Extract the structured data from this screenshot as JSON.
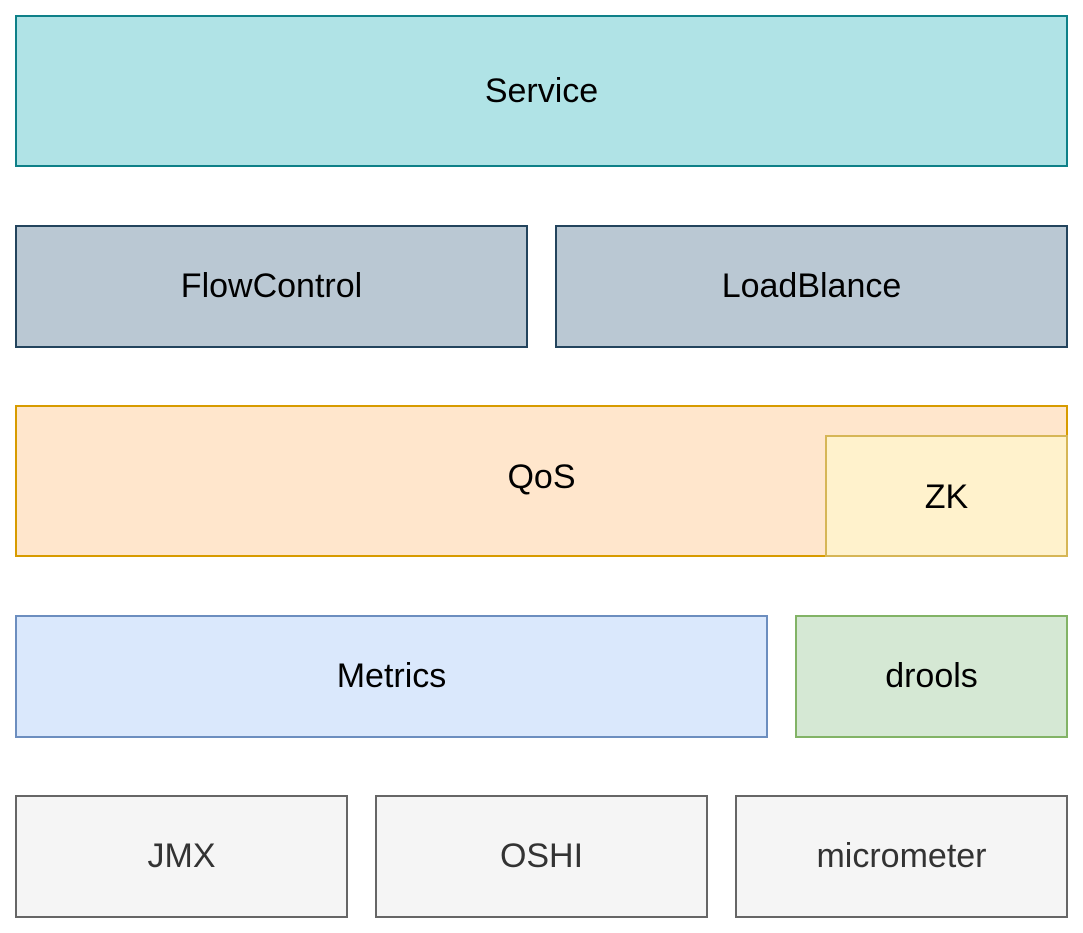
{
  "layers": {
    "service": {
      "label": "Service",
      "fill": "#b0e3e6",
      "stroke": "#0e8088"
    },
    "flowcontrol": {
      "label": "FlowControl",
      "fill": "#bac8d3",
      "stroke": "#23445d"
    },
    "loadblance": {
      "label": "LoadBlance",
      "fill": "#bac8d3",
      "stroke": "#23445d"
    },
    "qos": {
      "label": "QoS",
      "fill": "#ffe6cc",
      "stroke": "#d79b00"
    },
    "zk": {
      "label": "ZK",
      "fill": "#fff2cc",
      "stroke": "#d6b656"
    },
    "metrics": {
      "label": "Metrics",
      "fill": "#dae8fc",
      "stroke": "#6c8ebf"
    },
    "drools": {
      "label": "drools",
      "fill": "#d5e8d4",
      "stroke": "#82b366"
    },
    "jmx": {
      "label": "JMX",
      "fill": "#f5f5f5",
      "stroke": "#666666"
    },
    "oshi": {
      "label": "OSHI",
      "fill": "#f5f5f5",
      "stroke": "#666666"
    },
    "micrometer": {
      "label": "micrometer",
      "fill": "#f5f5f5",
      "stroke": "#666666"
    }
  }
}
